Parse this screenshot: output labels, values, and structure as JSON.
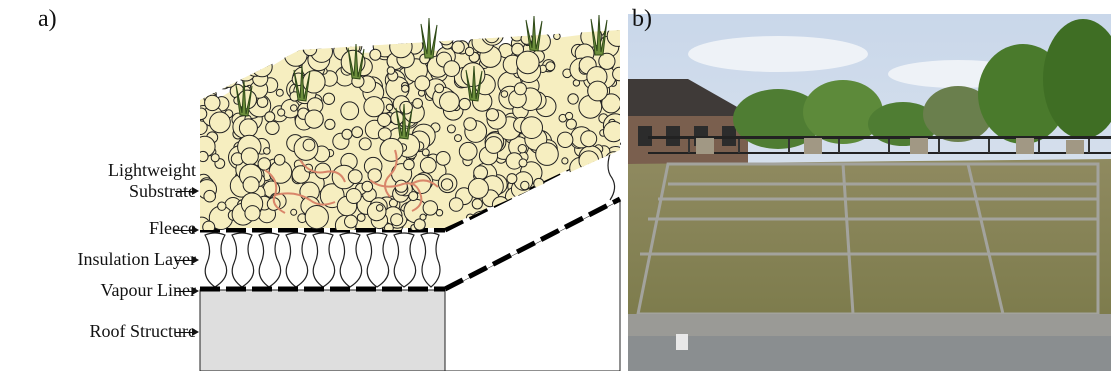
{
  "panels": {
    "a": {
      "label": "a)"
    },
    "b": {
      "label": "b)"
    }
  },
  "diagram": {
    "layers": [
      {
        "id": "substrate",
        "text": "Lightweight Substrate",
        "lines": [
          "Lightweight",
          "Substrate"
        ]
      },
      {
        "id": "fleece",
        "text": "Fleece"
      },
      {
        "id": "insulation",
        "text": "Insulation Layer"
      },
      {
        "id": "vapour",
        "text": "Vapour Liner"
      },
      {
        "id": "roof",
        "text": "Roof Structure"
      }
    ],
    "colors": {
      "pebble_fill": "#f6eec0",
      "pebble_stroke": "#222222",
      "roots": "#d9866a",
      "grass": "#5b7a33",
      "roof_face": "#dedede",
      "roof_side": "#ffffff",
      "liner": "#000000"
    },
    "icons": [
      "grass-tuft-icon",
      "arrow-right-icon"
    ]
  },
  "photo": {
    "description_icon": "green-roof-photo-icon",
    "colors": {
      "sky": "#d6e1f0",
      "trees": "#4f7d33",
      "moss": "#8a8a4a",
      "frame": "#9a9a96"
    }
  }
}
